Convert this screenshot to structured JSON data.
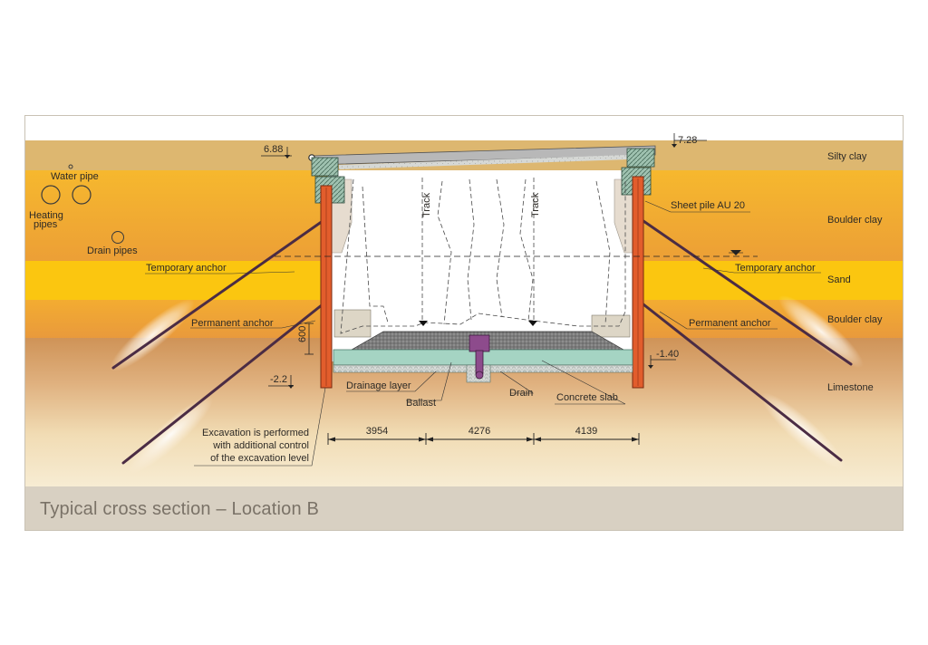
{
  "caption": "Typical cross section – Location B",
  "layers": {
    "silty_clay": "Silty clay",
    "boulder_clay_upper": "Boulder clay",
    "sand": "Sand",
    "boulder_clay_lower": "Boulder clay",
    "limestone": "Limestone"
  },
  "labels": {
    "water_pipe": "Water pipe",
    "heating_pipes_1": "Heating",
    "heating_pipes_2": "pipes",
    "drain_pipes": "Drain pipes",
    "temporary_anchor_left": "Temporary anchor",
    "temporary_anchor_right": "Temporary anchor",
    "permanent_anchor_left": "Permanent anchor",
    "permanent_anchor_right": "Permanent anchor",
    "sheet_pile": "Sheet pile AU 20",
    "track_left": "Track",
    "track_right": "Track",
    "drainage_layer": "Drainage layer",
    "ballast": "Ballast",
    "drain": "Drain",
    "concrete_slab": "Concrete slab",
    "excavation_1": "Excavation is performed",
    "excavation_2": "with additional control",
    "excavation_3": "of the excavation level"
  },
  "levels": {
    "top_left": "6.88",
    "top_right": "7.28",
    "base_right": "-1.40",
    "excavation": "-2.2",
    "ballast_depth": "600"
  },
  "dimensions": {
    "span_left": "3954",
    "span_middle": "4276",
    "span_right": "4139"
  },
  "colors": {
    "silty_clay": "#ddb770",
    "boulder_clay": "#f3b32f",
    "sand": "#fbc610",
    "limestone": "#d7a06b",
    "sheet_pile": "#e25d2c",
    "capping_beam": "#9fc2b0",
    "caption_bar": "#d8d0c2",
    "caption_text": "#7a7267"
  }
}
